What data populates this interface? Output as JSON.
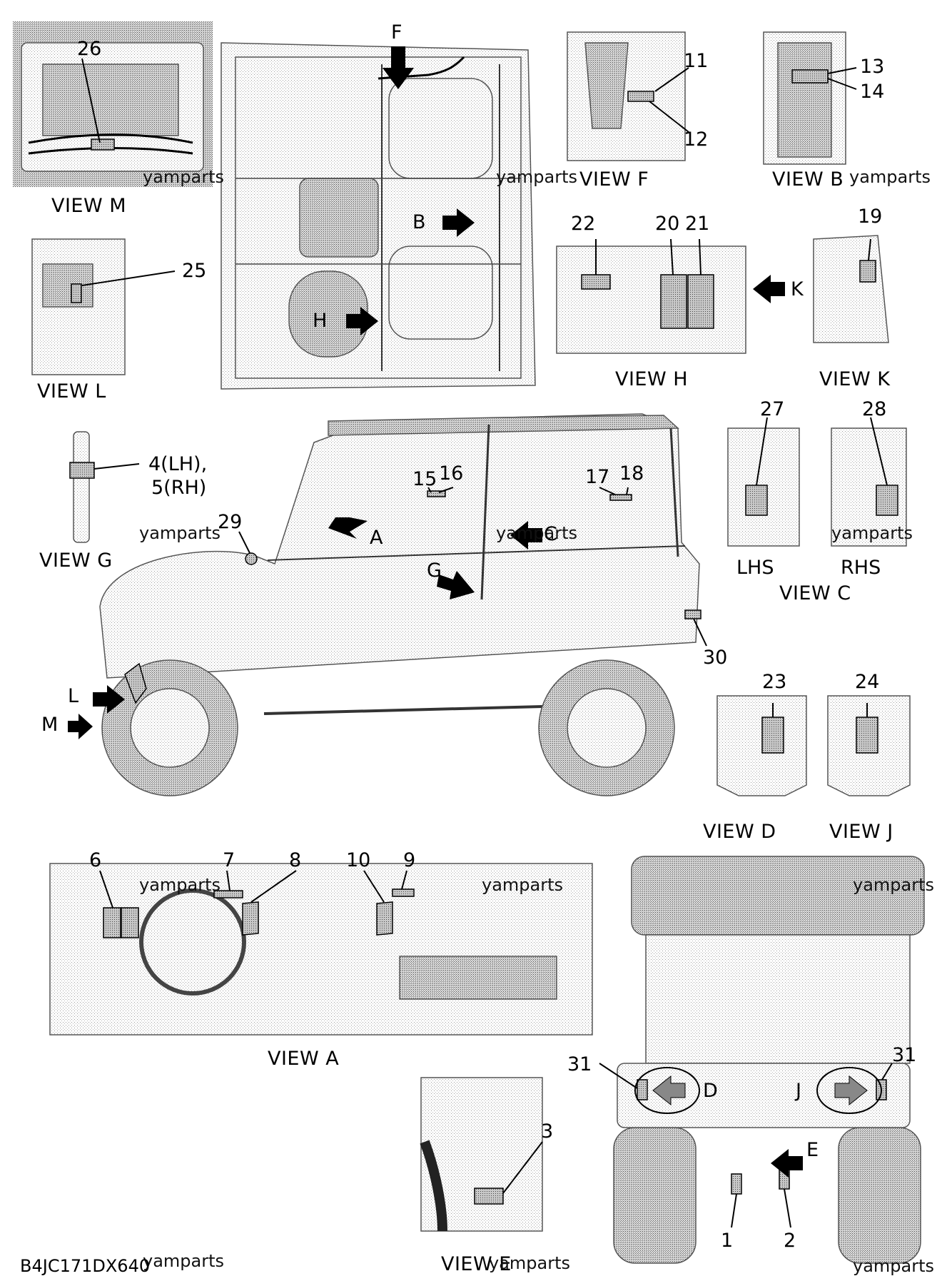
{
  "watermark": "yamparts",
  "diagram_code": "B4JC171DX640",
  "view_titles": {
    "m": "VIEW M",
    "f": "VIEW F",
    "b": "VIEW B",
    "h": "VIEW H",
    "k": "VIEW K",
    "l": "VIEW L",
    "g": "VIEW G",
    "c": "VIEW C",
    "d": "VIEW D",
    "j": "VIEW J",
    "a": "VIEW A",
    "e": "VIEW E"
  },
  "side_labels": {
    "lhs": "LHS",
    "rhs": "RHS"
  },
  "arrow_letters": {
    "f": "F",
    "b": "B",
    "h": "H",
    "k": "K",
    "a": "A",
    "c": "C",
    "g": "G",
    "l": "L",
    "m": "M",
    "d": "D",
    "j": "J",
    "e": "E"
  },
  "callouts": {
    "n1": "1",
    "n2": "2",
    "n3": "3",
    "n4": "4(LH),",
    "n5": "5(RH)",
    "n6": "6",
    "n7": "7",
    "n8": "8",
    "n9": "9",
    "n10": "10",
    "n11": "11",
    "n12": "12",
    "n13": "13",
    "n14": "14",
    "n15": "15",
    "n16": "16",
    "n17": "17",
    "n18": "18",
    "n19": "19",
    "n20": "20",
    "n21": "21",
    "n22": "22",
    "n23": "23",
    "n24": "24",
    "n25": "25",
    "n26": "26",
    "n27": "27",
    "n28": "28",
    "n29": "29",
    "n30": "30",
    "n31a": "31",
    "n31b": "31"
  }
}
